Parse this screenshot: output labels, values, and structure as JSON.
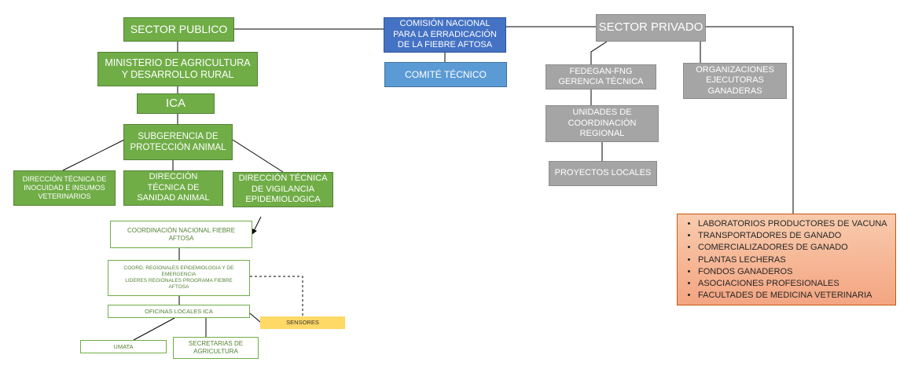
{
  "nodes": {
    "sector_publico": "SECTOR PUBLICO",
    "comision": [
      "COMISIÓN NACIONAL",
      "PARA LA ERRADICACIÓN",
      "DE LA FIEBRE AFTOSA"
    ],
    "sector_privado": "SECTOR PRIVADO",
    "ministerio": [
      "MINISTERIO DE AGRICULTURA",
      "Y DESARROLLO RURAL"
    ],
    "comite": "COMITÉ TÉCNICO",
    "fedegan": [
      "FEDEGAN-FNG",
      "GERENCIA TÉCNICA"
    ],
    "organizaciones": [
      "ORGANIZACIONES",
      "EJECUTORAS",
      "GANADERAS"
    ],
    "ica": "ICA",
    "subgerencia": [
      "SUBGERENCIA  DE",
      "PROTECCIÓN ANIMAL"
    ],
    "unidades": [
      "UNIDADES DE",
      "COORDINACIÓN",
      "REGIONAL"
    ],
    "proyectos": "PROYECTOS LOCALES",
    "dir_inocuidad": [
      "DIRECCIÓN TÉCNICA DE",
      "INOCUIDAD E INSUMOS",
      "VETERINARIOS"
    ],
    "dir_sanidad": [
      "DIRECCIÓN",
      "TÉCNICA DE",
      "SANIDAD ANIMAL"
    ],
    "dir_vigilancia": [
      "DIRECCIÓN TÉCNICA",
      "DE VIGILANCIA",
      "EPIDEMIOLOGICA"
    ],
    "coord_nacional": [
      "COORDINACIÓN NACIONAL FIEBRE",
      "AFTOSA"
    ],
    "coord_regionales": [
      "COORD. REGIONALES EPIDEMIOLOGIA Y DE",
      "EMERGENCIA",
      "LIDERES REGIONALES PROGRAMA FIEBRE",
      "AFTOSA"
    ],
    "oficinas": "OFICINAS LOCALES ICA",
    "sensores": "SENSORES",
    "umata": "UMATA",
    "secretarias": [
      "SECRETARIAS DE",
      "AGRICULTURA"
    ],
    "privado_lista": [
      "LABORATORIOS PRODUCTORES DE VACUNA",
      "TRANSPORTADORES DE GANADO",
      "COMERCIALIZADORES DE GANADO",
      "PLANTAS LECHERAS",
      "FONDOS GANADEROS",
      "ASOCIACIONES PROFESIONALES",
      "FACULTADES DE MEDICINA VETERINARIA"
    ]
  },
  "colors": {
    "public_green": "#70ad47",
    "private_gray": "#a5a5a5",
    "commission_blue": "#4472c4",
    "committee_blue": "#5b9bd5",
    "sensor_yellow": "#ffd966",
    "private_list_orange": "#f4b183",
    "connector": "#000000"
  }
}
